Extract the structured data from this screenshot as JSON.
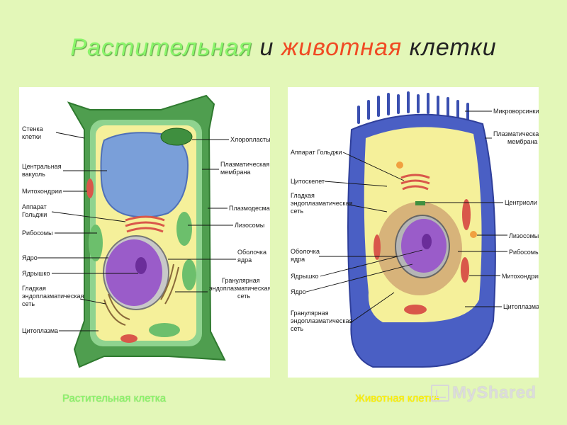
{
  "title": {
    "plant": "Растительная",
    "conj": "и",
    "animal": "животная",
    "tail": "клетки"
  },
  "plant_cell": {
    "caption": "Растительная клетка",
    "labels_left": [
      [
        "Стенка",
        "клетки"
      ],
      [
        "Центральная",
        "вакуоль"
      ],
      [
        "Митохондрии"
      ],
      [
        "Аппарат",
        "Гольджи"
      ],
      [
        "Рибосомы"
      ],
      [
        "Ядро"
      ],
      [
        "Ядрышко"
      ],
      [
        "Гладкая",
        "эндоплазматическая",
        "сеть"
      ],
      [
        "Цитоплазма"
      ]
    ],
    "labels_right": [
      [
        "Хлоропласты"
      ],
      [
        "Плазматическая",
        "мембрана"
      ],
      [
        "Плазмодесма"
      ],
      [
        "Лизосомы"
      ],
      [
        "Оболочка",
        "ядра"
      ],
      [
        "Гранулярная",
        "эндоплазматическая",
        "сеть"
      ]
    ]
  },
  "animal_cell": {
    "caption": "Животная клетка",
    "labels_left": [
      [
        "Аппарат Гольджи"
      ],
      [
        "Цитоскелет"
      ],
      [
        "Гладкая",
        "эндоплазматическая",
        "сеть"
      ],
      [
        "Оболочка",
        "ядра"
      ],
      [
        "Ядрышко"
      ],
      [
        "Ядро"
      ],
      [
        "Гранулярная",
        "эндоплазматическая",
        "сеть"
      ]
    ],
    "labels_right": [
      [
        "Микроворсинки"
      ],
      [
        "Плазматическая",
        "мембрана"
      ],
      [
        "Центриоли"
      ],
      [
        "Лизосомы"
      ],
      [
        "Рибосомы"
      ],
      [
        "Митохондрии"
      ],
      [
        "Цитоплазма"
      ]
    ]
  },
  "watermark": "MyShared",
  "colors": {
    "background": "#e3f7b8",
    "plant_wall": "#5eb35e",
    "cytoplasm": "#f5f09a",
    "vacuole": "#7a9fd9",
    "nucleus": "#9a5cc9",
    "animal_membrane": "#4a5fc4",
    "mitochondria": "#d9574a"
  }
}
